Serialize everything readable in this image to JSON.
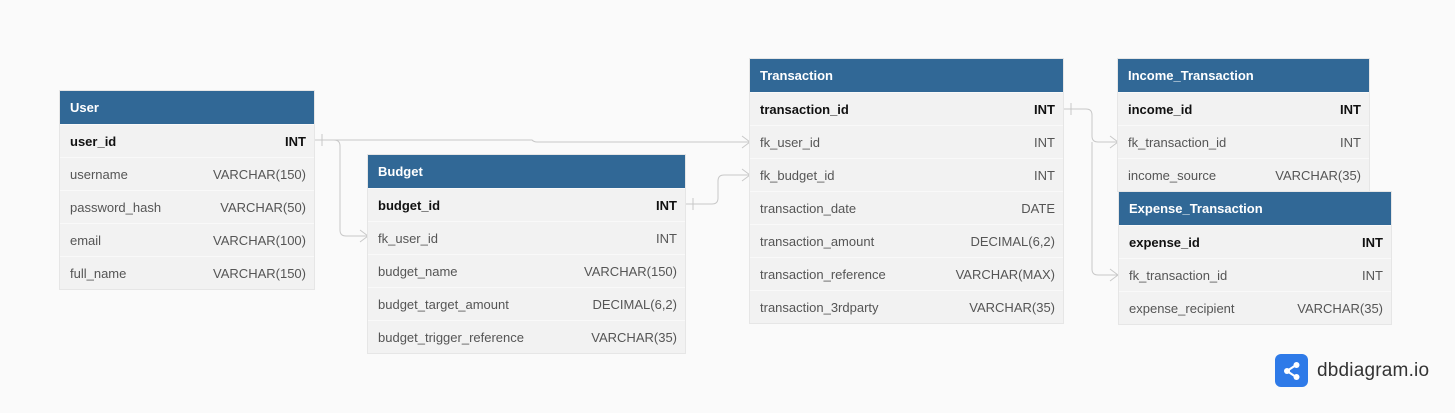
{
  "tables": [
    {
      "name": "User",
      "columns": [
        {
          "name": "user_id",
          "type": "INT",
          "pk": true
        },
        {
          "name": "username",
          "type": "VARCHAR(150)"
        },
        {
          "name": "password_hash",
          "type": "VARCHAR(50)"
        },
        {
          "name": "email",
          "type": "VARCHAR(100)"
        },
        {
          "name": "full_name",
          "type": "VARCHAR(150)"
        }
      ]
    },
    {
      "name": "Budget",
      "columns": [
        {
          "name": "budget_id",
          "type": "INT",
          "pk": true
        },
        {
          "name": "fk_user_id",
          "type": "INT"
        },
        {
          "name": "budget_name",
          "type": "VARCHAR(150)"
        },
        {
          "name": "budget_target_amount",
          "type": "DECIMAL(6,2)"
        },
        {
          "name": "budget_trigger_reference",
          "type": "VARCHAR(35)"
        }
      ]
    },
    {
      "name": "Transaction",
      "columns": [
        {
          "name": "transaction_id",
          "type": "INT",
          "pk": true
        },
        {
          "name": "fk_user_id",
          "type": "INT"
        },
        {
          "name": "fk_budget_id",
          "type": "INT"
        },
        {
          "name": "transaction_date",
          "type": "DATE"
        },
        {
          "name": "transaction_amount",
          "type": "DECIMAL(6,2)"
        },
        {
          "name": "transaction_reference",
          "type": "VARCHAR(MAX)"
        },
        {
          "name": "transaction_3rdparty",
          "type": "VARCHAR(35)"
        }
      ]
    },
    {
      "name": "Income_Transaction",
      "columns": [
        {
          "name": "income_id",
          "type": "INT",
          "pk": true
        },
        {
          "name": "fk_transaction_id",
          "type": "INT"
        },
        {
          "name": "income_source",
          "type": "VARCHAR(35)"
        }
      ]
    },
    {
      "name": "Expense_Transaction",
      "columns": [
        {
          "name": "expense_id",
          "type": "INT",
          "pk": true
        },
        {
          "name": "fk_transaction_id",
          "type": "INT"
        },
        {
          "name": "expense_recipient",
          "type": "VARCHAR(35)"
        }
      ]
    }
  ],
  "relations": [
    {
      "from": "User.user_id",
      "to": "Budget.fk_user_id",
      "kind": "one-to-many"
    },
    {
      "from": "User.user_id",
      "to": "Transaction.fk_user_id",
      "kind": "one-to-many"
    },
    {
      "from": "Budget.budget_id",
      "to": "Transaction.fk_budget_id",
      "kind": "one-to-many"
    },
    {
      "from": "Transaction.transaction_id",
      "to": "Income_Transaction.fk_transaction_id",
      "kind": "one-to-many"
    },
    {
      "from": "Transaction.transaction_id",
      "to": "Expense_Transaction.fk_transaction_id",
      "kind": "one-to-many"
    }
  ],
  "brand": {
    "name": "dbdiagram.io",
    "icon": "share-graph-icon",
    "color": "#2e7ae8"
  },
  "colors": {
    "header": "#316896",
    "line": "#c8c8c8"
  }
}
